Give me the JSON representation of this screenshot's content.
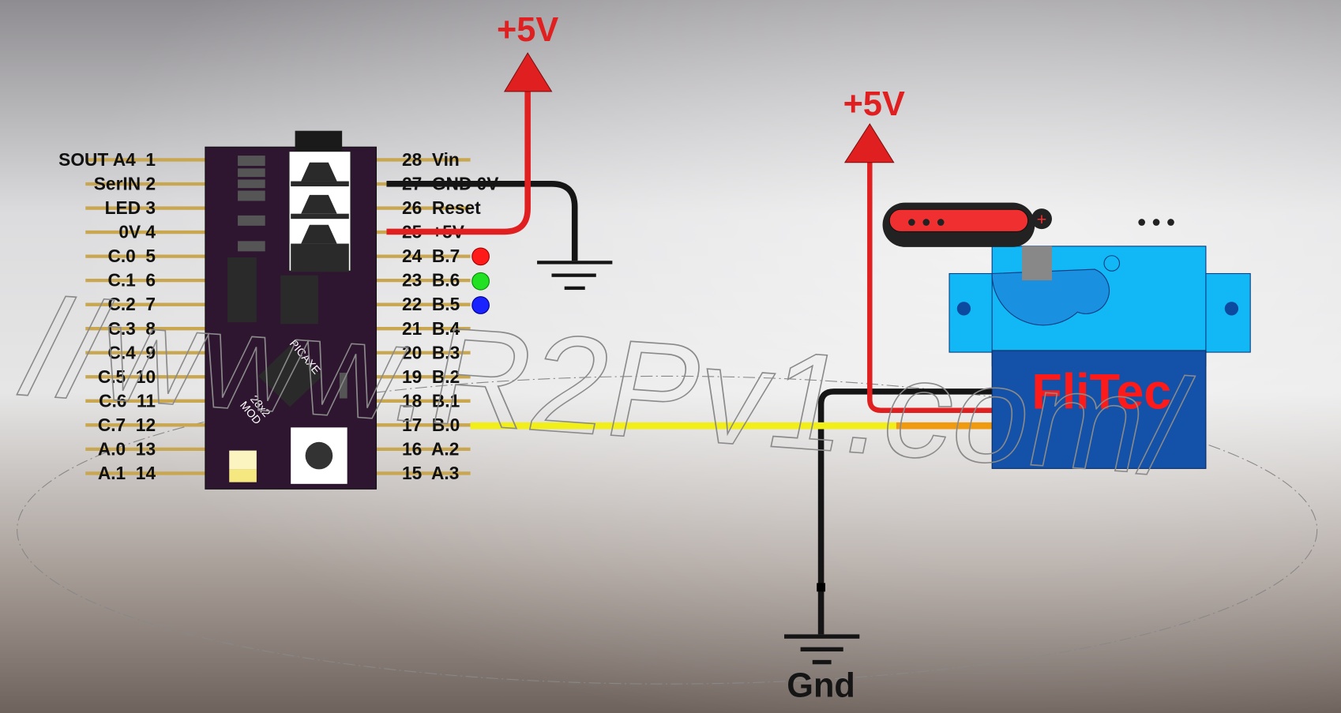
{
  "diagram": {
    "title": "PICAXE 28x2 module to FliTec servo wiring",
    "left_pins": [
      "SOUT A4  1",
      "SerIN 2",
      "LED 3",
      "0V 4",
      "C.0  5",
      "C.1  6",
      "C.2  7",
      "C.3  8",
      "C.4  9",
      "C.5  10",
      "C.6  11",
      "C.7  12",
      "A.0  13",
      "A.1  14"
    ],
    "right_pins": [
      "28  Vin",
      "27  GND 0V",
      "26  Reset",
      "25  +5V",
      "24  B.7",
      "23  B.6",
      "22  B.5",
      "21  B.4",
      "20  B.3",
      "19  B.2",
      "18  B.1",
      "17  B.0",
      "16  A.2",
      "15  A.3"
    ],
    "board_text_1": "PICAXE",
    "board_text_2": "28x2",
    "board_text_3": "MOD",
    "supply_label_1": "+5V",
    "supply_label_2": "+5V",
    "ground_label": "Gnd",
    "servo_brand": "FliTec",
    "watermark": "//www.R2Pv1.com/",
    "colors": {
      "board": "#2e1530",
      "wire_power": "#e02020",
      "wire_ground": "#151515",
      "wire_signal": "#f2ee1a",
      "wire_signal_servo": "#f09a10",
      "servo_top": "#12b8f5",
      "servo_body": "#1352a8",
      "led_red": "#ff1a1a",
      "led_green": "#22e022",
      "led_blue": "#1a22ff"
    }
  }
}
